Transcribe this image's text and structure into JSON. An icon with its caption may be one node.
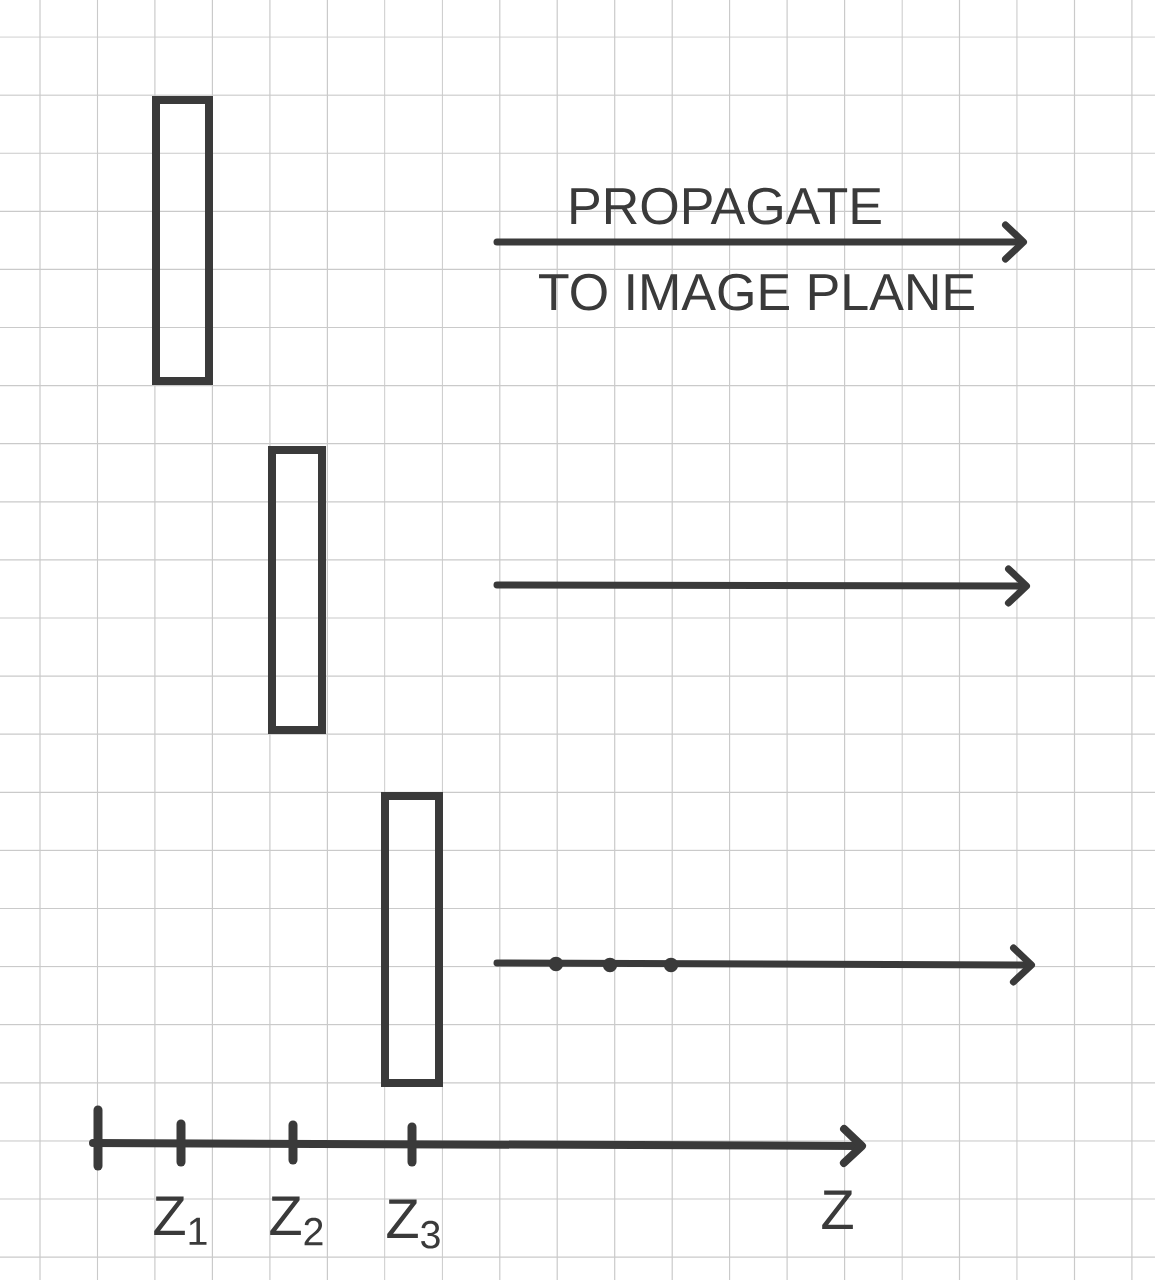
{
  "diagram": {
    "nodes": [
      {
        "text": [],
        "shape": "box"
      },
      {
        "text": [],
        "shape": "box"
      },
      {
        "text": [],
        "shape": "box"
      }
    ],
    "labels": [
      "PROPAGATE",
      "TO IMAGE PLANE",
      "Z$_{1}$",
      "Z$_{2}$",
      "Z$_{3}$",
      "Z"
    ]
  }
}
